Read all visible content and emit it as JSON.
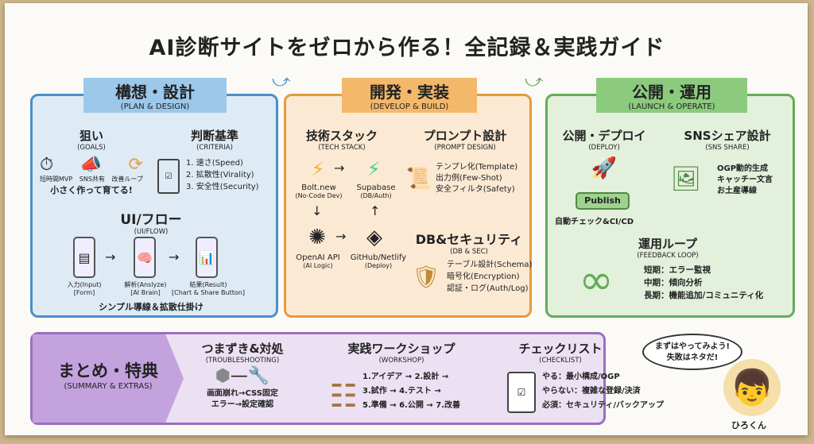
{
  "title": "AI診断サイトをゼロから作る！全記録＆実践ガイド",
  "plan": {
    "title": "構想・設計",
    "subtitle": "(PLAN & DESIGN)",
    "goals": {
      "title": "狙い",
      "subtitle": "(GOALS)",
      "items": [
        "短時間MVP",
        "SNS共有",
        "改善ループ"
      ],
      "note": "小さく作って育てる!"
    },
    "criteria": {
      "title": "判断基準",
      "subtitle": "(CRITERIA)",
      "items": [
        "1. 速さ(Speed)",
        "2. 拡散性(Virality)",
        "3. 安全性(Security)"
      ]
    },
    "flow": {
      "title": "UI/フロー",
      "subtitle": "(UI/FLOW)",
      "steps": [
        {
          "label": "入力(Input)",
          "sub": "[Form]"
        },
        {
          "label": "解析(Anslyze)",
          "sub": "[AI Brain]"
        },
        {
          "label": "結果(Result)",
          "sub": "[Chart & Share Button]"
        }
      ],
      "note": "シンプル導線＆拡散仕掛け"
    }
  },
  "build": {
    "title": "開発・実装",
    "subtitle": "(DEVELOP & BUILD)",
    "stack": {
      "title": "技術スタック",
      "subtitle": "(TECH STACK)",
      "items": [
        {
          "name": "Bolt.new",
          "sub": "(No-Code Dev)"
        },
        {
          "name": "Supabase",
          "sub": "(DB/Auth)"
        },
        {
          "name": "OpenAI API",
          "sub": "(AI Logic)"
        },
        {
          "name": "GitHub/Netlify",
          "sub": "(Deploy)"
        }
      ]
    },
    "prompt": {
      "title": "プロンプト設計",
      "subtitle": "(PROMPT DESIGN)",
      "items": [
        "テンプレ化(Template)",
        "出力例(Few-Shot)",
        "安全フィルタ(Safety)"
      ]
    },
    "db": {
      "title": "DB&セキュリティ",
      "subtitle": "(DB & SEC)",
      "items": [
        "テーブル設計(Schema)",
        "暗号化(Encryption)",
        "認証・ログ(Auth/Log)"
      ]
    }
  },
  "launch": {
    "title": "公開・運用",
    "subtitle": "(LAUNCH & OPERATE)",
    "deploy": {
      "title": "公開・デプロイ",
      "subtitle": "(DEPLOY)",
      "button": "Publish",
      "note": "自動チェック&CI/CD"
    },
    "share": {
      "title": "SNSシェア設計",
      "subtitle": "(SNS SHARE)",
      "items": [
        "OGP動的生成",
        "キャッチー文言",
        "お土産導線"
      ]
    },
    "loop": {
      "title": "運用ループ",
      "subtitle": "(FEEDBACK LOOP)",
      "items": [
        "短期：エラー監視",
        "中期：傾向分析",
        "長期：機能追加/コミュニティ化"
      ]
    }
  },
  "summary": {
    "title": "まとめ・特典",
    "subtitle": "(SUMMARY & EXTRAS)",
    "trouble": {
      "title": "つまずき&対処",
      "subtitle": "(TROUBLESHOOTING)",
      "items": [
        "画面崩れ→CSS固定",
        "エラー→設定確認"
      ]
    },
    "workshop": {
      "title": "実践ワークショップ",
      "subtitle": "(WORKSHOP)",
      "items": [
        "1.アイデア → 2.設計 →",
        "3.試作 → 4.テスト →",
        "5.準備 → 6.公開 → 7.改善"
      ]
    },
    "checklist": {
      "title": "チェックリスト",
      "subtitle": "(CHECKLIST)",
      "items": [
        "やる：最小構成/OGP",
        "やらない：複雑な登録/決済",
        "必須：セキュリティ/バックアップ"
      ]
    }
  },
  "mascot": {
    "speech": [
      "まずはやってみよう!",
      "失敗はネタだ!"
    ],
    "name": "ひろくん"
  },
  "colors": {
    "blue": "#4a90c8",
    "orange": "#e59a3c",
    "green": "#62ad57",
    "purple": "#9a6fbf"
  }
}
